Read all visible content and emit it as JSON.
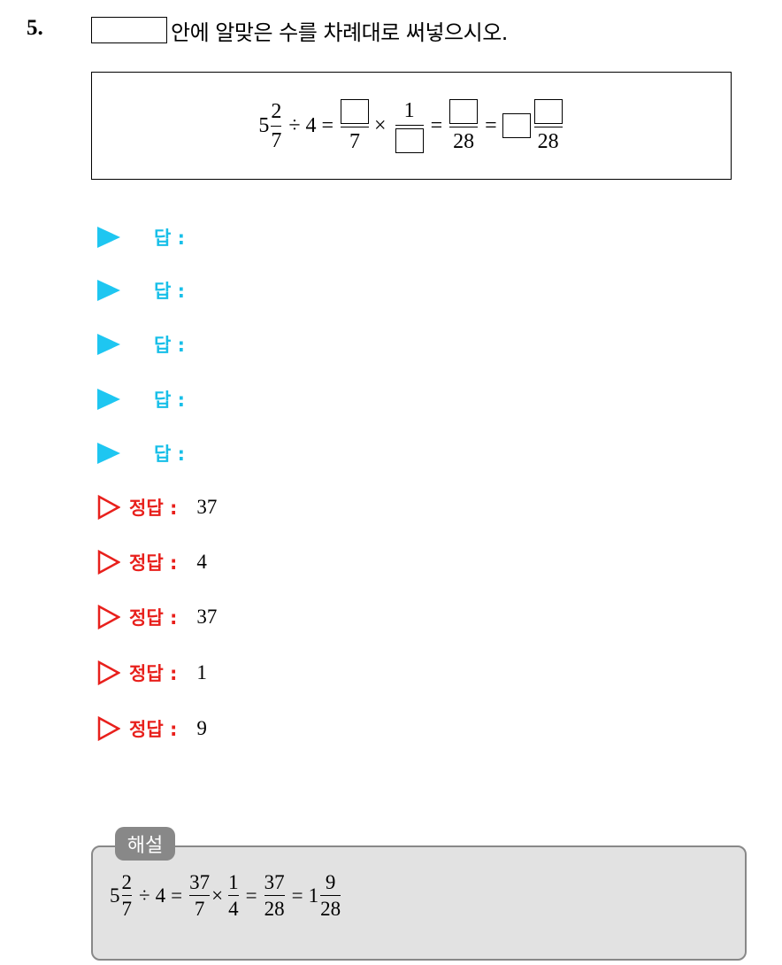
{
  "question": {
    "number": "5.",
    "instruction": "안에 알맞은 수를 차례대로 써넣으시오."
  },
  "equation": {
    "whole": "5",
    "num": "2",
    "den": "7",
    "div_sign": "÷",
    "divisor": "4",
    "eq": "=",
    "times": "×",
    "one": "1",
    "den7": "7",
    "den28a": "28",
    "den28b": "28"
  },
  "answer_prompts": [
    "답 :",
    "답 :",
    "답 :",
    "답 :",
    "답 :"
  ],
  "answer_key": {
    "label": "정답 :",
    "values": [
      "37",
      "4",
      "37",
      "1",
      "9"
    ]
  },
  "solution": {
    "tab": "해설",
    "whole": "5",
    "n1": "2",
    "d1": "7",
    "div": "÷",
    "divisor": "4",
    "eq": "=",
    "n2": "37",
    "d2": "7",
    "times": "×",
    "n3": "1",
    "d3": "4",
    "n4": "37",
    "d4": "28",
    "whole2": "1",
    "n5": "9",
    "d5": "28"
  },
  "colors": {
    "answer_prompt": "#18bfe8",
    "answer_key": "#e8201c",
    "solution_bg": "#e2e2e2",
    "solution_border": "#888888"
  }
}
